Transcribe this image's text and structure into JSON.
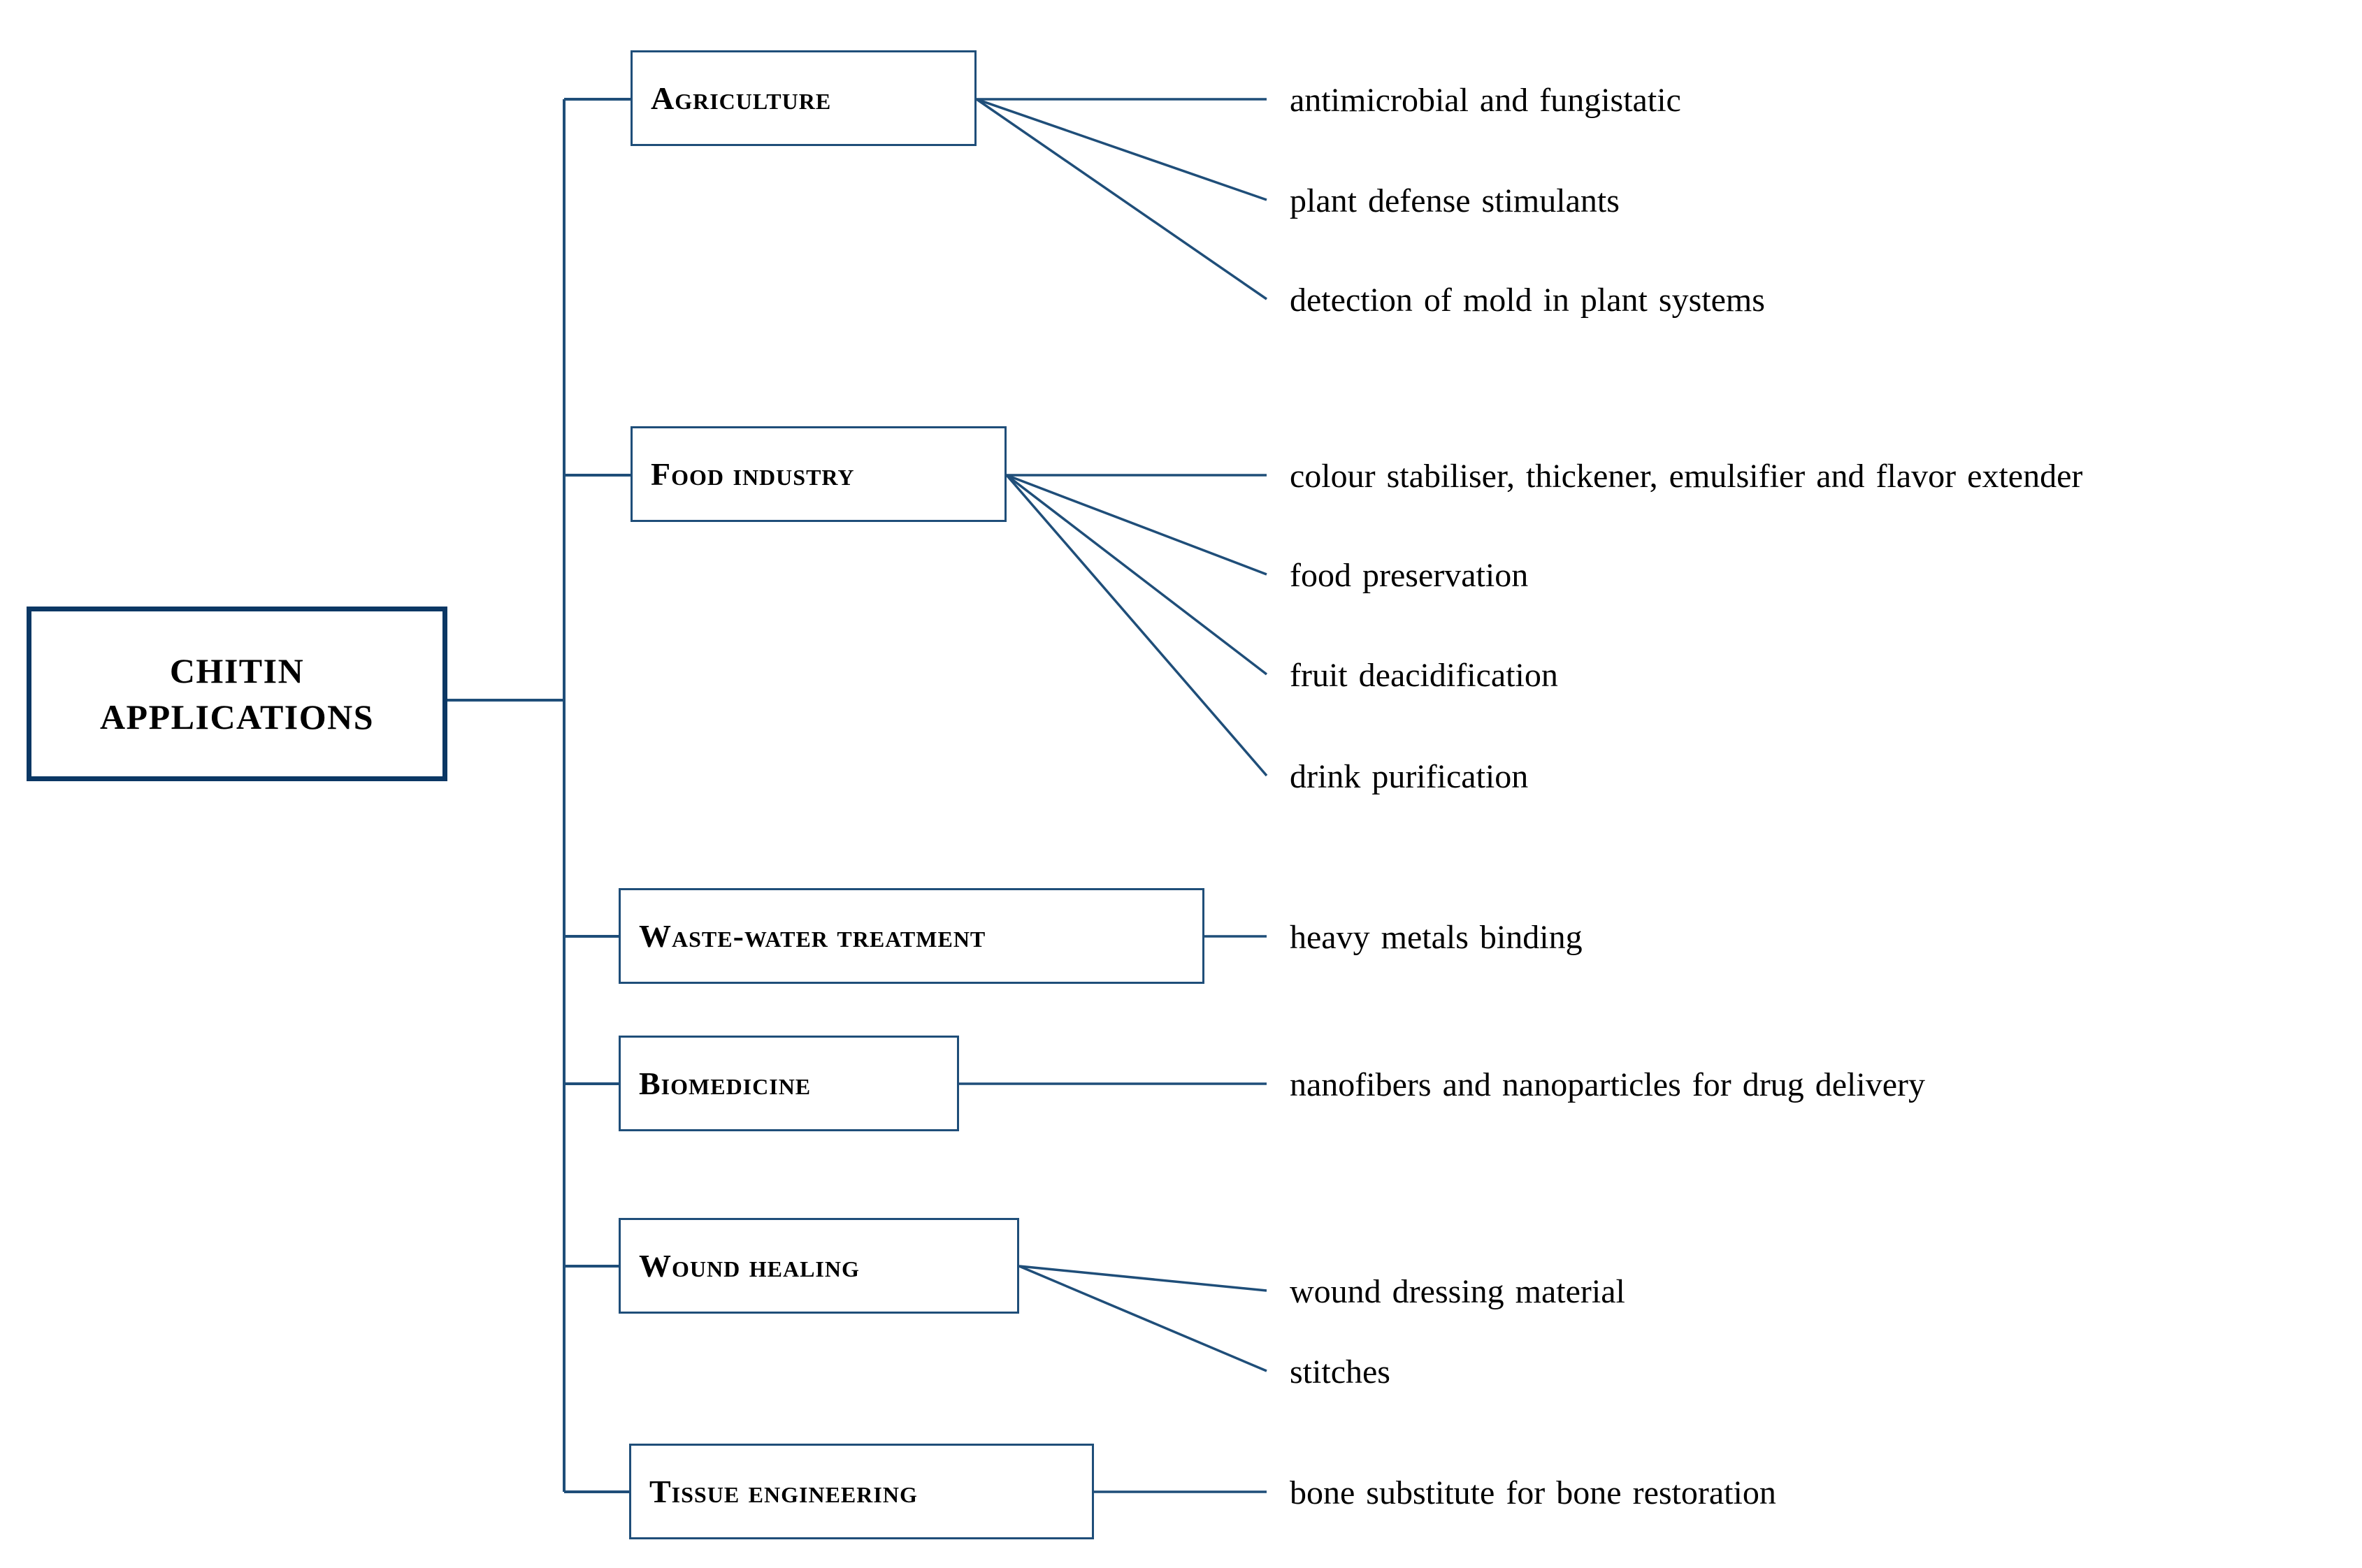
{
  "diagram": {
    "type": "tree",
    "title": "CHITIN APPLICATIONS",
    "root": {
      "line1": "CHITIN",
      "line2": "APPLICATIONS"
    },
    "colors": {
      "root_border": "#0b3764",
      "box_border": "#1f4e79",
      "connector": "#1f4e79",
      "text": "#000000",
      "background": "#ffffff"
    },
    "branches": [
      {
        "label": "Agriculture",
        "leaves": [
          "antimicrobial  and  fungistatic",
          "plant defense  stimulants",
          "detection  of mold in plant systems"
        ]
      },
      {
        "label": "Food industry",
        "leaves": [
          "colour stabiliser,  thickener,  emulsifier and flavor extender",
          "food preservation",
          "fruit deacidification",
          "drink purification"
        ]
      },
      {
        "label": "Waste-water  treatment",
        "leaves": [
          "heavy  metals  binding"
        ]
      },
      {
        "label": "Biomedicine",
        "leaves": [
          "nanofibers  and nanoparticles  for drug delivery"
        ]
      },
      {
        "label": "Wound  healing",
        "leaves": [
          "wound dressing  material",
          "stitches"
        ]
      },
      {
        "label": "Tissue  engineering",
        "leaves": [
          "bone substitute for bone restoration"
        ]
      }
    ]
  }
}
